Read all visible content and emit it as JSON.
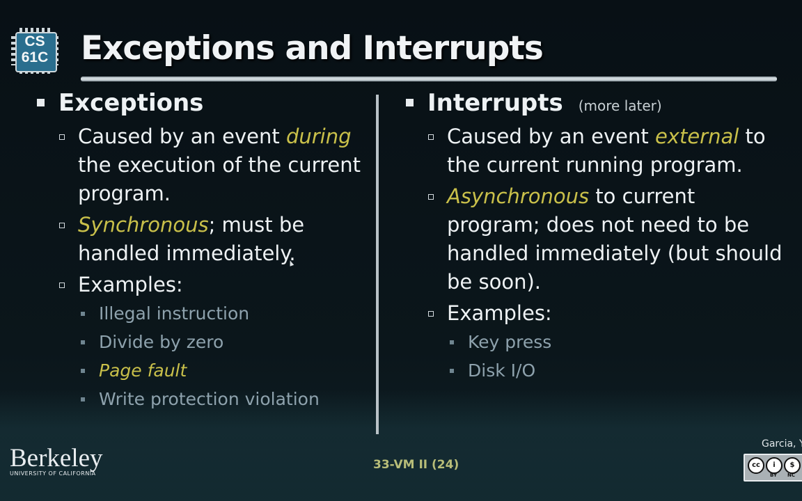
{
  "logo": {
    "line1": "CS",
    "line2": "61C"
  },
  "title": "Exceptions and Interrupts",
  "left": {
    "heading": "Exceptions",
    "b1_pre": "Caused by an event ",
    "b1_em": "during",
    "b1_post": " the execution of the current program.",
    "b2_em": "Synchronous",
    "b2_post": "; must be handled immediately.",
    "b3": "Examples:",
    "ex1": "Illegal instruction",
    "ex2": "Divide by zero",
    "ex3": "Page fault",
    "ex4": "Write protection violation"
  },
  "right": {
    "heading": "Interrupts",
    "note": "(more later)",
    "b1_pre": "Caused by an event ",
    "b1_em": "external",
    "b1_post": " to the current running program.",
    "b2_em": "Asynchronous",
    "b2_post": " to current program; does not need to be handled immediately (but should be soon).",
    "b3": "Examples:",
    "ex1": "Key press",
    "ex2": "Disk I/O"
  },
  "footer": {
    "berkeley": "Berkeley",
    "berkeley_sub": "UNIVERSITY OF CALIFORNIA",
    "slide_number": "33-VM II (24)",
    "author": "Garcia, Yo",
    "cc_labels": [
      "BY",
      "NC"
    ]
  },
  "colors": {
    "accent": "#c9c04a",
    "sub_bullet": "#8ea2ad",
    "background": "#0a1014"
  }
}
